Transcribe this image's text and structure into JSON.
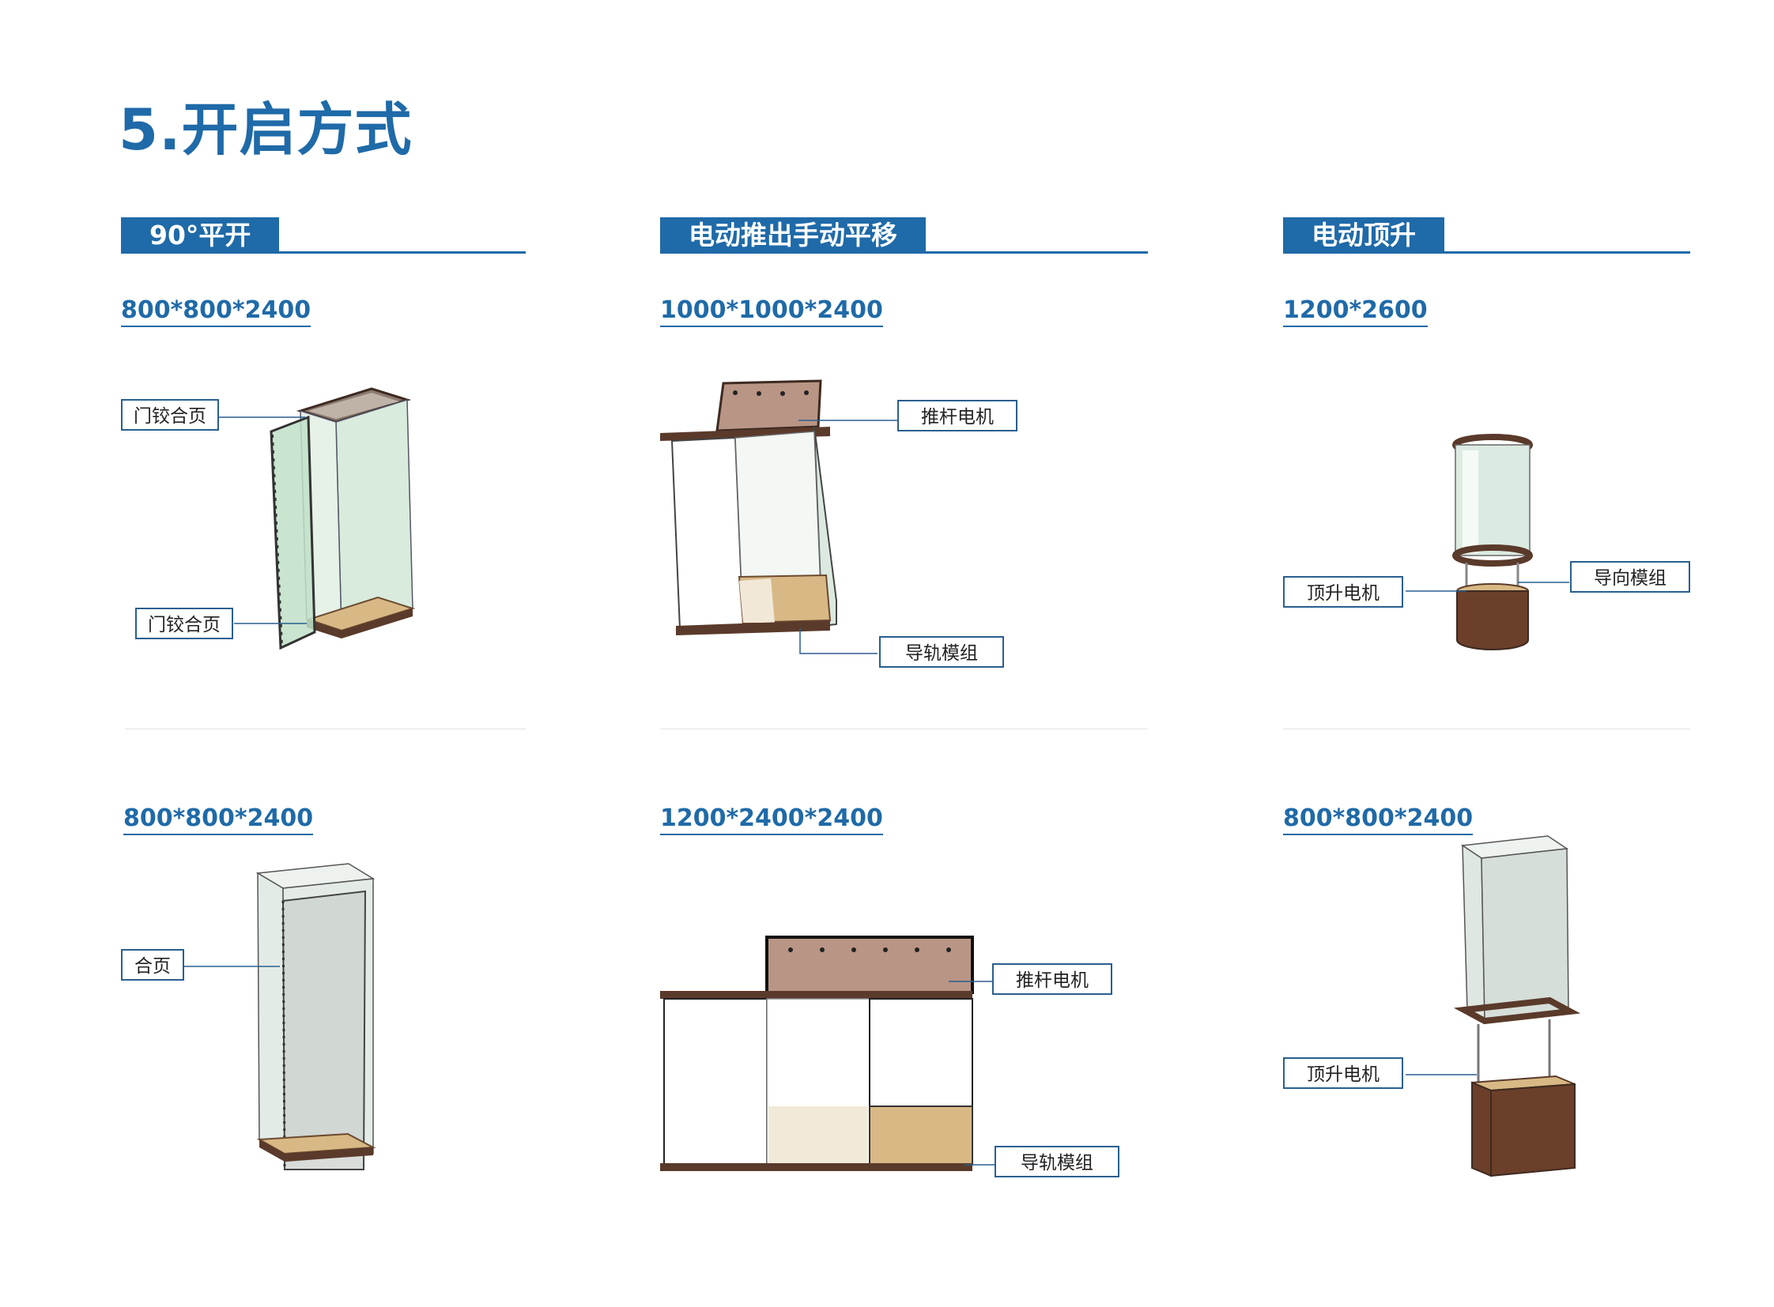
{
  "page": {
    "title": "5.开启方式"
  },
  "sections": [
    {
      "header": "90°平开",
      "items": [
        {
          "size": "800*800*2400",
          "labels": [
            "门铰合页",
            "门铰合页"
          ]
        },
        {
          "size": "800*800*2400",
          "labels": [
            "合页"
          ]
        }
      ]
    },
    {
      "header": "电动推出手动平移",
      "items": [
        {
          "size": "1000*1000*2400",
          "labels": [
            "推杆电机",
            "导轨模组"
          ]
        },
        {
          "size": "1200*2400*2400",
          "labels": [
            "推杆电机",
            "导轨模组"
          ]
        }
      ]
    },
    {
      "header": "电动顶升",
      "items": [
        {
          "size": "1200*2600",
          "labels": [
            "顶升电机",
            "导向模组"
          ]
        },
        {
          "size": "800*800*2400",
          "labels": [
            "顶升电机"
          ]
        }
      ]
    }
  ],
  "colors": {
    "accent": "#1f6aa8",
    "wood": "#5a3a2a",
    "floor": "#d8b985",
    "glass": "#cfe6d6"
  }
}
